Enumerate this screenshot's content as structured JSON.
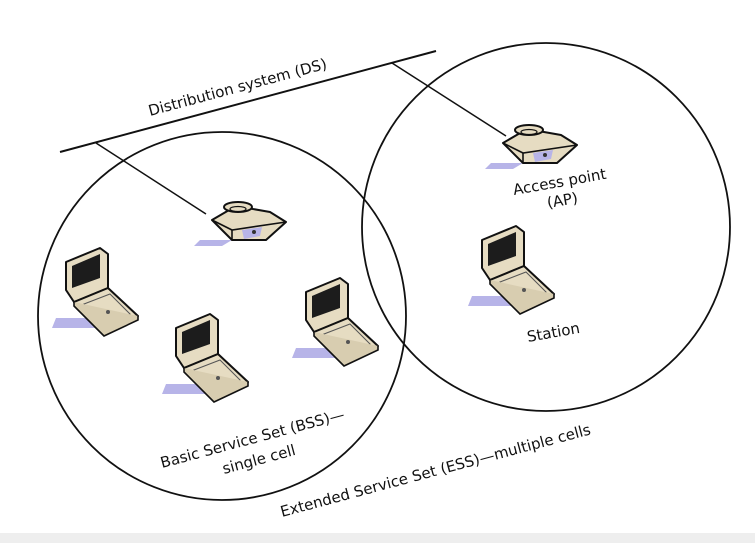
{
  "labels": {
    "distribution_system": "Distribution system (DS)",
    "access_point_line1": "Access point",
    "access_point_line2": "(AP)",
    "station": "Station",
    "bss_line1": "Basic Service Set (BSS)—",
    "bss_line2": "single cell",
    "ess": "Extended Service Set (ESS)—multiple cells"
  },
  "colors": {
    "device_body": "#e6dcc2",
    "device_shadow": "#b7b4e8",
    "screen": "#1c1c1c",
    "line": "#111111"
  },
  "icons": {
    "access_point": "access-point-icon",
    "laptop": "laptop-icon"
  }
}
